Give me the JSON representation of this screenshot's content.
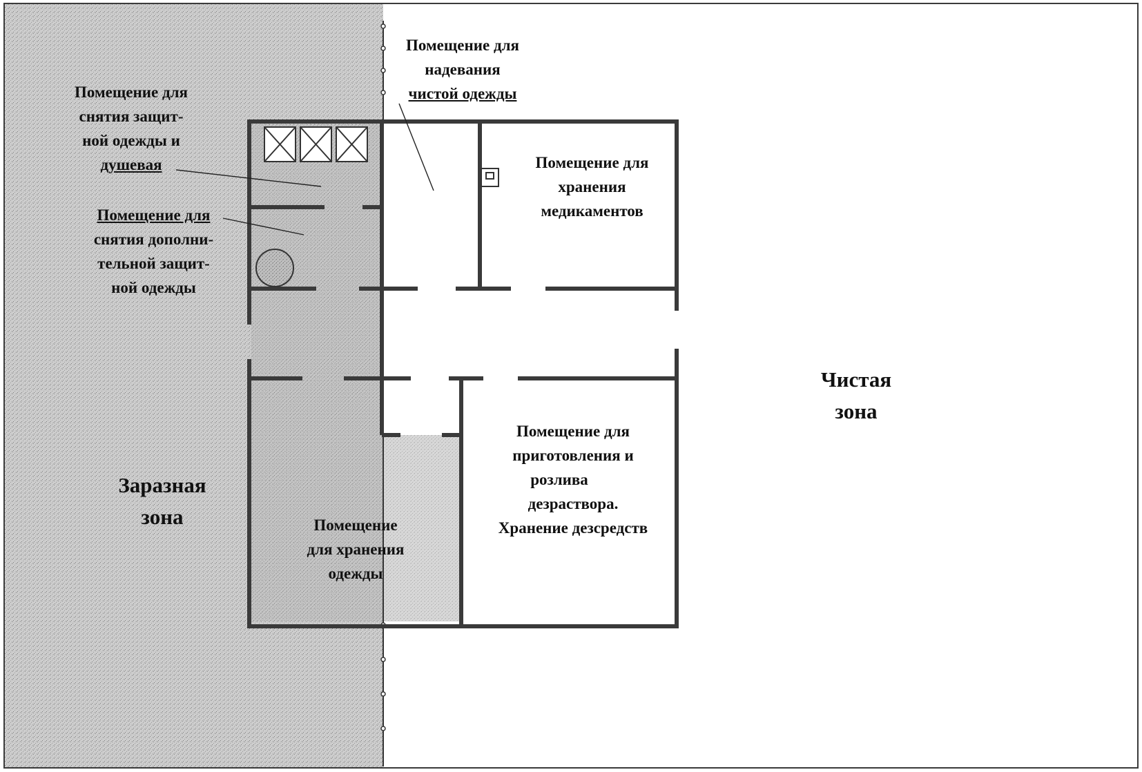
{
  "colors": {
    "wall": "#3a3a3a",
    "contaminated_fill": "#c9c9c9",
    "hatch": "#9a9a9a",
    "clean_fill": "#ffffff",
    "text": "#111111"
  },
  "zones": {
    "contaminated": [
      "Заразная",
      "зона"
    ],
    "clean": [
      "Чистая",
      "зона"
    ]
  },
  "rooms": {
    "clean_dressing": [
      "Помещение для",
      "надевания",
      "чистой одежды"
    ],
    "shower": [
      "Помещение для",
      "снятия  защит-",
      "ной одежды и",
      "душевая"
    ],
    "extra_protective": [
      "Помещение для",
      "снятия дополни-",
      "тельной защит-",
      "ной одежды"
    ],
    "medicine_storage": [
      "Помещение для",
      "хранения",
      "медикаментов"
    ],
    "disinfectant_prep": [
      "Помещение для",
      "приготовления и",
      "розлива",
      "дезраствора.",
      "Хранение дезсредств"
    ],
    "clothes_storage": [
      "Помещение",
      "для хранения",
      "одежды"
    ]
  },
  "icons": [
    "shower-icon",
    "sink-icon",
    "round-tank-icon"
  ]
}
